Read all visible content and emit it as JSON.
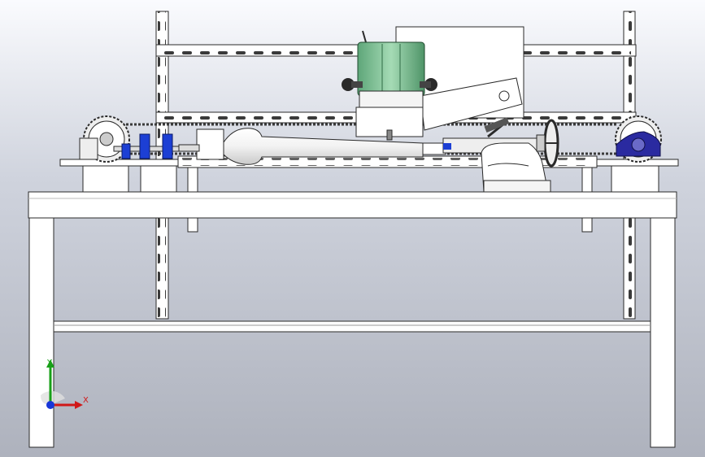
{
  "viewport": {
    "background_top": "#fafbfe",
    "background_bottom": "#aeb2bd"
  },
  "model": {
    "parts": [
      "steel-frame-table",
      "slotted-angle-uprights",
      "upper-rail",
      "chain-drive-rail",
      "drive-sprocket",
      "driven-sprocket",
      "pillow-block-bearing",
      "headstock-chuck",
      "workpiece",
      "router-motor",
      "router-mount-plate",
      "tool-holder-arm",
      "carriage-saddle",
      "tailstock",
      "handwheel",
      "guide-bar",
      "stiffener-bar"
    ],
    "colors": {
      "frame": "#ffffff",
      "outline": "#2a2a2a",
      "motor_green": "#7fc195",
      "bearing_blue": "#2a2aa0",
      "coupler_blue": "#1c3fd4",
      "chain": "#3a3a3a"
    }
  },
  "triad": {
    "x_label": "X",
    "y_label": "Y",
    "x_color": "#d01818",
    "y_color": "#18a018",
    "z_color": "#1836d8"
  }
}
